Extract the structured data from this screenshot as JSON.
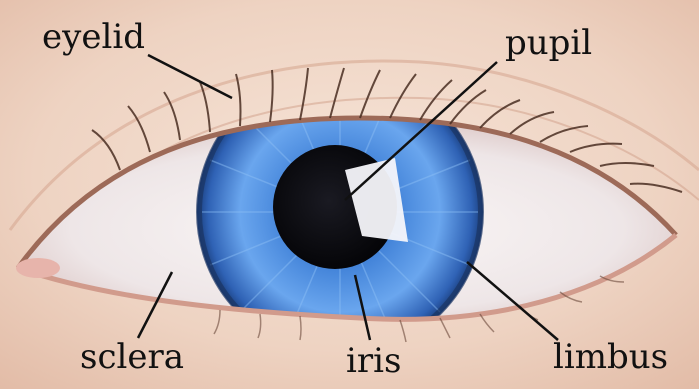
{
  "labels": {
    "eyelid": "eyelid",
    "pupil": "pupil",
    "sclera": "sclera",
    "iris": "iris",
    "limbus": "limbus"
  },
  "colors": {
    "skin": "#f1dccd",
    "iris": "#3f7ad0",
    "pupil": "#0b0b10",
    "sclera": "#f4f2f3",
    "leader_line": "#111111"
  }
}
